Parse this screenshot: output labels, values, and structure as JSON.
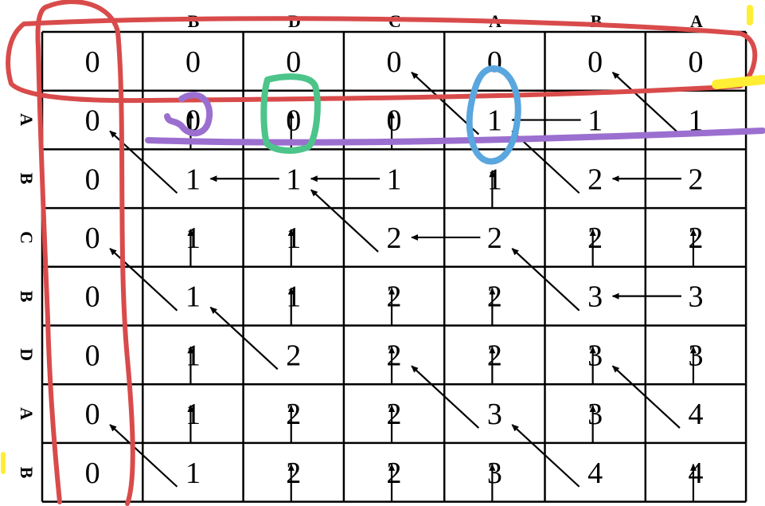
{
  "column_headers": [
    "B",
    "D",
    "C",
    "A",
    "B",
    "A"
  ],
  "row_headers": [
    "A",
    "B",
    "C",
    "B",
    "D",
    "A",
    "B"
  ],
  "table": [
    [
      "0",
      "0",
      "0",
      "0",
      "0",
      "0",
      "0"
    ],
    [
      "0",
      "0",
      "0",
      "0",
      "1",
      "1",
      "1"
    ],
    [
      "0",
      "1",
      "1",
      "1",
      "1",
      "2",
      "2"
    ],
    [
      "0",
      "1",
      "1",
      "2",
      "2",
      "2",
      "2"
    ],
    [
      "0",
      "1",
      "1",
      "2",
      "2",
      "3",
      "3"
    ],
    [
      "0",
      "1",
      "2",
      "2",
      "2",
      "3",
      "3"
    ],
    [
      "0",
      "1",
      "2",
      "2",
      "3",
      "3",
      "4"
    ],
    [
      "0",
      "1",
      "2",
      "2",
      "3",
      "4",
      "4"
    ]
  ],
  "arrows": [
    {
      "row": 1,
      "col": 1,
      "dir": "up"
    },
    {
      "row": 1,
      "col": 2,
      "dir": "up"
    },
    {
      "row": 1,
      "col": 3,
      "dir": "up"
    },
    {
      "row": 1,
      "col": 4,
      "dir": "diag"
    },
    {
      "row": 1,
      "col": 5,
      "dir": "left"
    },
    {
      "row": 1,
      "col": 6,
      "dir": "diag"
    },
    {
      "row": 2,
      "col": 1,
      "dir": "diag"
    },
    {
      "row": 2,
      "col": 2,
      "dir": "left"
    },
    {
      "row": 2,
      "col": 3,
      "dir": "left"
    },
    {
      "row": 2,
      "col": 4,
      "dir": "up"
    },
    {
      "row": 2,
      "col": 5,
      "dir": "diag"
    },
    {
      "row": 2,
      "col": 6,
      "dir": "left"
    },
    {
      "row": 3,
      "col": 1,
      "dir": "up"
    },
    {
      "row": 3,
      "col": 2,
      "dir": "up"
    },
    {
      "row": 3,
      "col": 3,
      "dir": "diag"
    },
    {
      "row": 3,
      "col": 4,
      "dir": "left"
    },
    {
      "row": 3,
      "col": 5,
      "dir": "up"
    },
    {
      "row": 3,
      "col": 6,
      "dir": "up"
    },
    {
      "row": 4,
      "col": 1,
      "dir": "diag"
    },
    {
      "row": 4,
      "col": 2,
      "dir": "up"
    },
    {
      "row": 4,
      "col": 3,
      "dir": "up"
    },
    {
      "row": 4,
      "col": 4,
      "dir": "up"
    },
    {
      "row": 4,
      "col": 5,
      "dir": "diag"
    },
    {
      "row": 4,
      "col": 6,
      "dir": "left"
    },
    {
      "row": 5,
      "col": 1,
      "dir": "up"
    },
    {
      "row": 5,
      "col": 2,
      "dir": "diag"
    },
    {
      "row": 5,
      "col": 3,
      "dir": "up"
    },
    {
      "row": 5,
      "col": 4,
      "dir": "up"
    },
    {
      "row": 5,
      "col": 5,
      "dir": "up"
    },
    {
      "row": 5,
      "col": 6,
      "dir": "up"
    },
    {
      "row": 6,
      "col": 1,
      "dir": "up"
    },
    {
      "row": 6,
      "col": 2,
      "dir": "up"
    },
    {
      "row": 6,
      "col": 3,
      "dir": "up"
    },
    {
      "row": 6,
      "col": 4,
      "dir": "diag"
    },
    {
      "row": 6,
      "col": 5,
      "dir": "up"
    },
    {
      "row": 6,
      "col": 6,
      "dir": "diag"
    },
    {
      "row": 7,
      "col": 1,
      "dir": "diag"
    },
    {
      "row": 7,
      "col": 2,
      "dir": "up"
    },
    {
      "row": 7,
      "col": 3,
      "dir": "up"
    },
    {
      "row": 7,
      "col": 4,
      "dir": "up"
    },
    {
      "row": 7,
      "col": 5,
      "dir": "diag"
    },
    {
      "row": 7,
      "col": 6,
      "dir": "up"
    }
  ],
  "annotation_colors": {
    "red": "#d94b4b",
    "purple": "#9b6fcf",
    "green": "#4cc48a",
    "blue": "#5aa6de",
    "yellow": "#ffee33"
  }
}
